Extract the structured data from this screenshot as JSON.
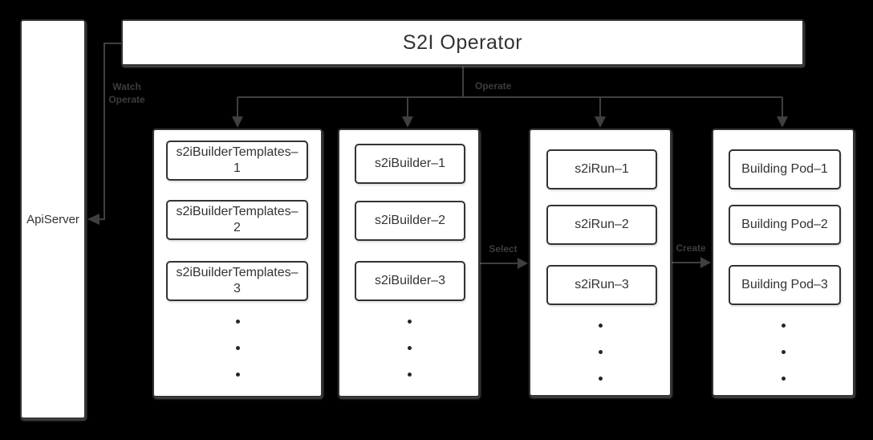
{
  "diagram": {
    "title": "S2I Operator",
    "api_server_label": "ApiServer",
    "edge_labels": {
      "watch_operate": "Watch\nOperate",
      "operate": "Operate",
      "select": "Select",
      "create": "Create"
    },
    "columns": [
      {
        "items": [
          "s2iBuilderTemplates–\n1",
          "s2iBuilderTemplates–\n2",
          "s2iBuilderTemplates–\n3"
        ]
      },
      {
        "items": [
          "s2iBuilder–1",
          "s2iBuilder–2",
          "s2iBuilder–3"
        ]
      },
      {
        "items": [
          "s2iRun–1",
          "s2iRun–2",
          "s2iRun–3"
        ]
      },
      {
        "items": [
          "Building Pod–1",
          "Building Pod–2",
          "Building Pod–3"
        ]
      }
    ],
    "colors": {
      "background": "#000000",
      "box_fill": "#ffffff",
      "box_border": "#333333",
      "box_text": "#333333",
      "connector_line": "#3f3f3f",
      "edge_label_text": "#3d3d3d",
      "dot": "#262626"
    }
  }
}
